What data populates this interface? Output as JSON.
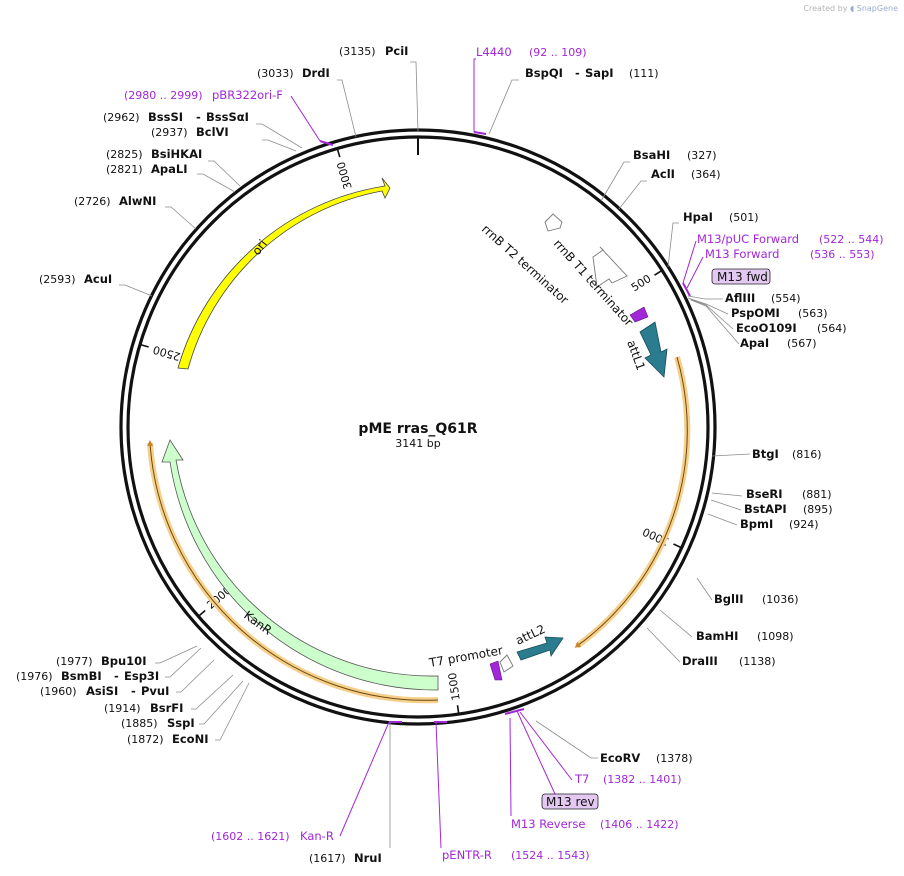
{
  "corner": {
    "created_by": "Created by",
    "brand": "SnapGene"
  },
  "plasmid": {
    "name": "pME rras_Q61R",
    "length": "3141 bp",
    "length_bp": 3141
  },
  "ticks": [
    "500",
    "1000",
    "1500",
    "2000",
    "2500",
    "3000"
  ],
  "sites": [
    {
      "name": "PciI",
      "pos": "(3135)"
    },
    {
      "name": "DrdI",
      "pos": "(3033)"
    },
    {
      "name": "BssSI",
      "name2": "BssSαI",
      "pos": "(2962)"
    },
    {
      "name": "BclVI",
      "pos": "(2937)"
    },
    {
      "name": "BsiHKAI",
      "pos": "(2825)"
    },
    {
      "name": "ApaLI",
      "pos": "(2821)"
    },
    {
      "name": "AlwNI",
      "pos": "(2726)"
    },
    {
      "name": "AcuI",
      "pos": "(2593)"
    },
    {
      "name": "BspQI",
      "name2": "SapI",
      "pos": "(111)"
    },
    {
      "name": "BsaHI",
      "pos": "(327)"
    },
    {
      "name": "AclI",
      "pos": "(364)"
    },
    {
      "name": "HpaI",
      "pos": "(501)"
    },
    {
      "name": "AflIII",
      "pos": "(554)"
    },
    {
      "name": "PspOMI",
      "pos": "(563)"
    },
    {
      "name": "EcoO109I",
      "pos": "(564)"
    },
    {
      "name": "ApaI",
      "pos": "(567)"
    },
    {
      "name": "BtgI",
      "pos": "(816)"
    },
    {
      "name": "BseRI",
      "pos": "(881)"
    },
    {
      "name": "BstAPI",
      "pos": "(895)"
    },
    {
      "name": "BpmI",
      "pos": "(924)"
    },
    {
      "name": "BglII",
      "pos": "(1036)"
    },
    {
      "name": "BamHI",
      "pos": "(1098)"
    },
    {
      "name": "DraIII",
      "pos": "(1138)"
    },
    {
      "name": "EcoRV",
      "pos": "(1378)"
    },
    {
      "name": "NruI",
      "pos": "(1617)"
    },
    {
      "name": "Bpu10I",
      "pos": "(1977)"
    },
    {
      "name": "BsmBI",
      "name2": "Esp3I",
      "pos": "(1976)"
    },
    {
      "name": "AsiSI",
      "name2": "PvuI",
      "pos": "(1960)"
    },
    {
      "name": "BsrFI",
      "pos": "(1914)"
    },
    {
      "name": "SspI",
      "pos": "(1885)"
    },
    {
      "name": "EcoNI",
      "pos": "(1872)"
    }
  ],
  "primers": [
    {
      "name": "pBR322ori-F",
      "range": "(2980 .. 2999)"
    },
    {
      "name": "L4440",
      "range": "(92 .. 109)"
    },
    {
      "name": "M13/pUC Forward",
      "range": "(522 .. 544)"
    },
    {
      "name": "M13 Forward",
      "range": "(536 .. 553)"
    },
    {
      "name": "T7",
      "range": "(1382 .. 1401)"
    },
    {
      "name": "M13 Reverse",
      "range": "(1406 .. 1422)"
    },
    {
      "name": "Kan-R",
      "range": "(1602 .. 1621)"
    },
    {
      "name": "pENTR-R",
      "range": "(1524 .. 1543)"
    }
  ],
  "boxed_features": [
    {
      "name": "M13 fwd"
    },
    {
      "name": "M13 rev"
    }
  ],
  "features": [
    {
      "name": "ori",
      "color": "#ffff00"
    },
    {
      "name": "KanR",
      "color": "#ccffcc"
    },
    {
      "name": "attL1",
      "color": "#2b7c8e"
    },
    {
      "name": "attL2",
      "color": "#2b7c8e"
    },
    {
      "name": "rrnB T1 terminator",
      "color": "#ffffff"
    },
    {
      "name": "rrnB T2 terminator",
      "color": "#ffffff"
    },
    {
      "name": "T7 promoter",
      "color": "#ffffff"
    }
  ],
  "colors": {
    "primer": "#a127d9",
    "orf_highlight": "#f6cf8a",
    "orf_line": "#c9852a",
    "backbone": "#111111"
  }
}
